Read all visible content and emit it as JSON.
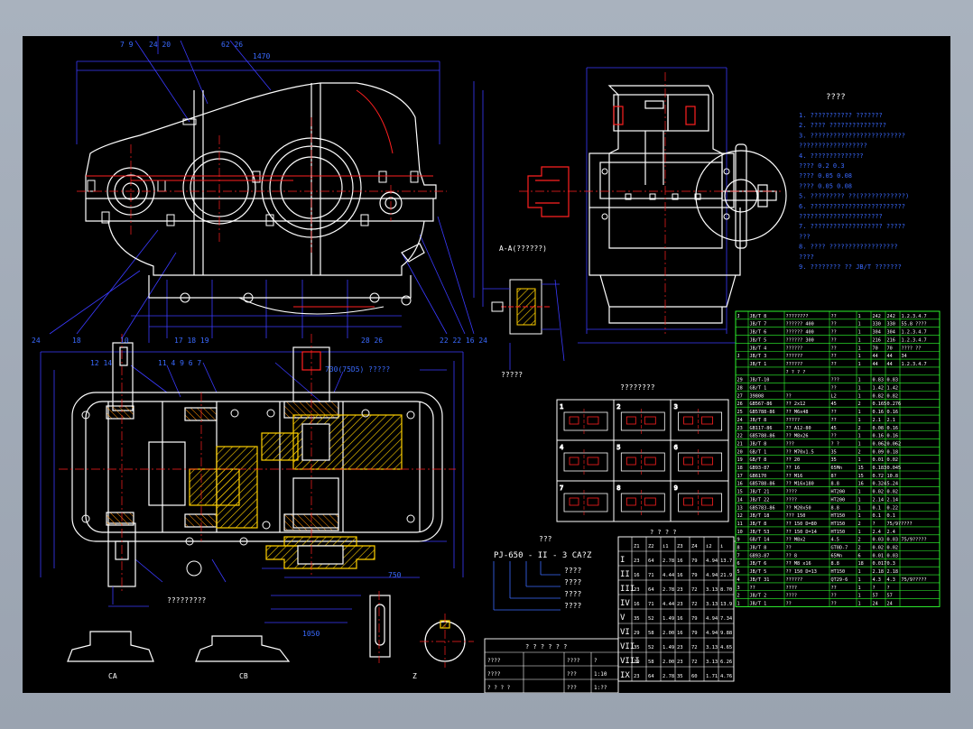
{
  "colors": {
    "bg": "#000000",
    "outline": "#ffffff",
    "dim": "#3a3aff",
    "center": "#ff2020",
    "hatch": "#ffd000",
    "table": "#30ff30",
    "text": "#ffffff"
  },
  "labels": {
    "top_parts_left": "7 9",
    "top_parts_mid": "24 20",
    "top_parts_right": "62 26",
    "dim_1470": "1470",
    "section_aa": "A-A(??????)",
    "section_small": "?????",
    "bottom_left_caption": "?????????",
    "note_1050": "1050",
    "dim_750": "750",
    "dim_730": "730(75D5) ?????",
    "left_balloons": "24",
    "left_balloons2": "18",
    "left_balloons3": "10",
    "bottom_balloons": "17 18 19",
    "bottom_balloons2": "28 26",
    "right_balloons": "22 22 16 24",
    "top_left_nums": "12  14",
    "top_mid_nums": "11  4  9  6  7",
    "label_CA": "CA",
    "label_CB": "CB",
    "label_Z": "Z",
    "arrangement_title": "????????",
    "model_title": "???",
    "model_code": "PJ-650 - II - 3 CA?Z",
    "model_items": [
      "????",
      "????",
      "????",
      "????"
    ],
    "notes_title": "????"
  },
  "notes": [
    "1. ??????????? ???????",
    "2. ???? ???????????????",
    "3. ?????????????????????????",
    "   ??????????????????",
    "4. ??????????????",
    "          ????    0.2    0.3",
    "          ????    0.05   0.08",
    "          ????    0.05   0.08",
    "5. ????????? ??(????????????)",
    "6. ?????????????????????????",
    "   ??????????????????????",
    "7. ??????????????????? ?????",
    "   ???",
    "8. ???? ??????????????????",
    "   ????",
    "9. ???????? ?? JB/T ???????"
  ],
  "parts_rows": [
    [
      "J",
      "JB/T 8",
      "????????",
      "??",
      "1",
      "242",
      "242",
      "1.2.3.4.7"
    ],
    [
      "",
      "JB/T 7",
      "?????? 400",
      "??",
      "1",
      "330",
      "330",
      "55.8 ????"
    ],
    [
      "",
      "JB/T 6",
      "?????? 400",
      "??",
      "1",
      "304",
      "304",
      "1.2.3.4.7"
    ],
    [
      "",
      "JB/T 5",
      "?????? 300",
      "??",
      "1",
      "216",
      "216",
      "1.2.3.4.7"
    ],
    [
      "",
      "JB/T 4",
      "??????",
      "??",
      "1",
      "70",
      "70",
      "???? ??"
    ],
    [
      "J",
      "JB/T 3",
      "??????",
      "??",
      "1",
      "44",
      "44",
      "34"
    ],
    [
      "",
      "JB/T 1",
      "??????",
      "??",
      "1",
      "44",
      "44",
      "1.2.3.4.7"
    ],
    [
      "",
      "",
      "? ? ? ?",
      "",
      "",
      "",
      "",
      ""
    ],
    [
      "29",
      "JB/T-10",
      "",
      "???",
      "1",
      "0.83",
      "0.83",
      ""
    ],
    [
      "28",
      "GB/T 1",
      "",
      "??",
      "1",
      "1.42",
      "1.42",
      ""
    ],
    [
      "27",
      "39808",
      "??",
      "L2",
      "1",
      "0.82",
      "0.82",
      ""
    ],
    [
      "26",
      "GB567-86",
      "?? 2x12",
      "45",
      "2",
      "0.165",
      "0.276",
      ""
    ],
    [
      "25",
      "GB5788-86",
      "?? M6x48",
      "??",
      "1",
      "0.16",
      "0.16",
      ""
    ],
    [
      "24",
      "JB/T 8",
      "?????",
      "??",
      "1",
      "2.1",
      "2.1",
      ""
    ],
    [
      "23",
      "GB117-86",
      "?? A12-80",
      "45",
      "2",
      "0.08",
      "0.16",
      ""
    ],
    [
      "22",
      "GB5788-86",
      "?? M8x26",
      "??",
      "1",
      "0.16",
      "0.16",
      ""
    ],
    [
      "21",
      "JB/T 8",
      "???",
      "? ?",
      "1",
      "0.062",
      "0.062",
      ""
    ],
    [
      "20",
      "GB/T 1",
      "?? M70x1.5",
      "35",
      "2",
      "0.09",
      "0.18",
      ""
    ],
    [
      "19",
      "GB/T 8",
      "?? 20",
      "35",
      "1",
      "0.01",
      "0.02",
      ""
    ],
    [
      "18",
      "GB93-87",
      "?? 16",
      "65Mn",
      "15",
      "0.183",
      "0.045",
      ""
    ],
    [
      "17",
      "GB6170",
      "?? M16",
      "8?",
      "15",
      "0.72",
      "10.8",
      ""
    ],
    [
      "16",
      "GB5788-86",
      "?? M16x180",
      "8.8",
      "16",
      "0.324",
      "5.24",
      ""
    ],
    [
      "15",
      "JB/T 21",
      "????",
      "HT200",
      "1",
      "0.02",
      "0.02",
      ""
    ],
    [
      "14",
      "JB/T 22",
      "????",
      "HT200",
      "1",
      "2.14",
      "2.14",
      ""
    ],
    [
      "13",
      "GB5783-86",
      "?? M20x50",
      "8.8",
      "1",
      "0.1",
      "0.22",
      ""
    ],
    [
      "12",
      "JB/T 18",
      "??? 150",
      "HT150",
      "1",
      "0.1",
      "0.1",
      ""
    ],
    [
      "11",
      "JB/T 8",
      "?? 150 D=80",
      "HT150",
      "2",
      "?",
      "75/9?????",
      ""
    ],
    [
      "10",
      "JB/T 53",
      "?? 150 D=14",
      "HT150",
      "1",
      "2.4",
      "2.4",
      ""
    ],
    [
      "9",
      "GB/T 14",
      "?? M8x2",
      "4.5",
      "2",
      "0.03",
      "0.03",
      "75/9?????"
    ],
    [
      "8",
      "JB/T 8",
      "??",
      "GT0D-7",
      "2",
      "0.02",
      "0.02",
      ""
    ],
    [
      "7",
      "GB93-87",
      "?? 8",
      "65Mn",
      "6",
      "0.01",
      "0.03",
      ""
    ],
    [
      "6",
      "JB/T 6",
      "?? M8 x16",
      "8.8",
      "18",
      "0.017",
      "0.3",
      ""
    ],
    [
      "5",
      "JB/T 5",
      "?? 150 D=13",
      "HT150",
      "1",
      "2.18",
      "2.18",
      ""
    ],
    [
      "4",
      "JB/T 31",
      "??????",
      "QT29-6",
      "1",
      "4.3",
      "4.3",
      "75/9?????"
    ],
    [
      "3",
      "??",
      "????",
      "??",
      "1",
      "?",
      "?",
      ""
    ],
    [
      "2",
      "JB/T 2",
      "????",
      "??",
      "1",
      "57",
      "57",
      ""
    ],
    [
      "1",
      "JB/T 1",
      "??",
      "??",
      "1",
      "24",
      "24",
      ""
    ]
  ],
  "ratio_table": {
    "title": "? ? ? ?",
    "headers": [
      "",
      "Z1",
      "Z2",
      "i1",
      "Z3",
      "Z4",
      "i2",
      "i"
    ],
    "rows": [
      [
        "I",
        "23",
        "64",
        "2.78",
        "16",
        "79",
        "4.94",
        "13.7"
      ],
      [
        "II",
        "16",
        "71",
        "4.44",
        "16",
        "79",
        "4.94",
        "21.9"
      ],
      [
        "III",
        "23",
        "64",
        "2.78",
        "23",
        "72",
        "3.13",
        "8.70"
      ],
      [
        "IV",
        "16",
        "71",
        "4.44",
        "23",
        "72",
        "3.13",
        "13.9"
      ],
      [
        "V",
        "35",
        "52",
        "1.49",
        "16",
        "79",
        "4.94",
        "7.34"
      ],
      [
        "VI",
        "29",
        "58",
        "2.00",
        "16",
        "79",
        "4.94",
        "9.88"
      ],
      [
        "VII",
        "35",
        "52",
        "1.49",
        "23",
        "72",
        "3.13",
        "4.65"
      ],
      [
        "VIII",
        "29",
        "58",
        "2.00",
        "23",
        "72",
        "3.13",
        "6.26"
      ],
      [
        "IX",
        "23",
        "64",
        "2.78",
        "35",
        "60",
        "1.71",
        "4.76"
      ]
    ]
  },
  "title_block": {
    "title": "? ? ? ? ? ?",
    "row1": [
      "????",
      "",
      "????",
      "?"
    ],
    "row2": [
      "????",
      "",
      "???",
      "1:10"
    ],
    "row3": [
      "? ? ? ?",
      "",
      "???",
      "1:??"
    ]
  }
}
